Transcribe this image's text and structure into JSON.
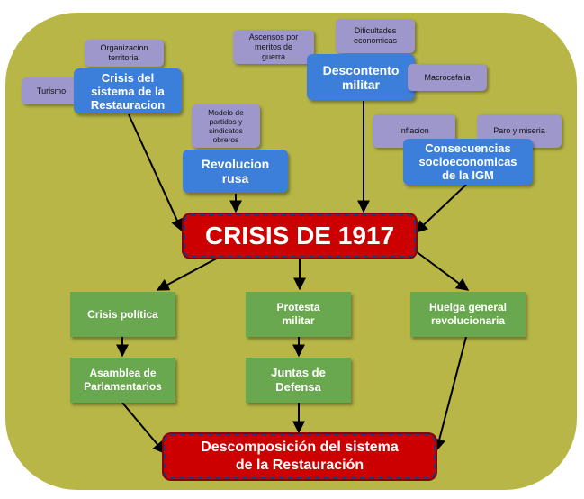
{
  "nodes": {
    "crisis_sistema": "Crisis del\nsistema de la\nRestauracion",
    "organizacion_territorial": "Organizacion\nterritorial",
    "turismo": "Turismo",
    "ascensos": "Ascensos por\nmeritos de\nguerra",
    "dificultades": "Dificultades\neconomicas",
    "descontento": "Descontento\nmilitar",
    "macrocefalia": "Macrocefalia",
    "modelo_partidos": "Modelo de\npartidos y\nsindicatos\nobreros",
    "revolucion_rusa": "Revolucion\nrusa",
    "inflacion": "Inflacion",
    "paro": "Paro y miseria",
    "consecuencias": "Consecuencias\nsocioeconomicas\nde la IGM",
    "crisis_1917": "CRISIS DE 1917",
    "crisis_politica": "Crisis política",
    "protesta_militar": "Protesta\nmilitar",
    "huelga_general": "Huelga general\nrevolucionaria",
    "asamblea": "Asamblea de\nParlamentarios",
    "juntas": "Juntas de\nDefensa",
    "descomposicion": "Descomposición del sistema\nde la Restauración"
  },
  "colors": {
    "background_panel": "#b7b646",
    "cause_box": "#3c7fdb",
    "detail_box": "#9d97cc",
    "effect_box": "#6aa84f",
    "central_box": "#cc0000",
    "arrow": "#000000"
  }
}
